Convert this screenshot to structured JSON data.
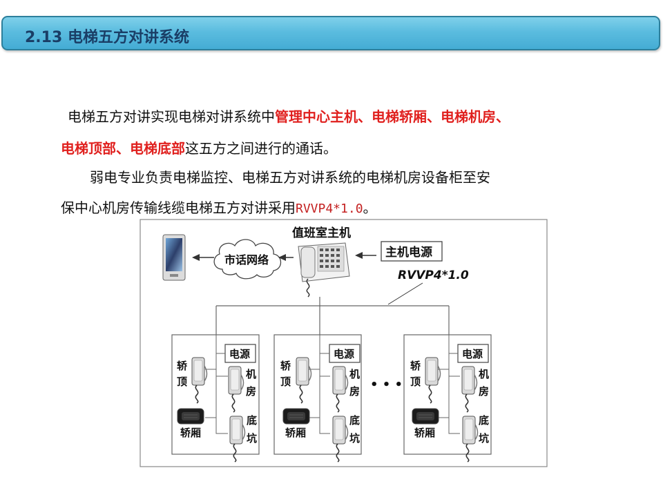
{
  "header": {
    "title": "2.13 电梯五方对讲系统"
  },
  "content": {
    "p1_prefix": "电梯五方对讲实现电梯对讲系统中",
    "p1_red_a": "管理中心主机、电梯轿厢、电梯机房、",
    "p1_red_b": "电梯顶部、电梯底部",
    "p1_suffix": "这五方之间进行的通话。",
    "p2_line1": "弱电专业负责电梯监控、电梯五方对讲系统的电梯机房设备柜至安",
    "p2_line2_prefix": "保中心机房传输线缆电梯五方对讲采用",
    "p2_cable": "RVVP4*1.0",
    "p2_line2_suffix": "。"
  },
  "diagram": {
    "host_label": "值班室主机",
    "network_label": "市话网络",
    "power_host_label": "主机电源",
    "cable_label": "RVVP4*1.0",
    "unit_power_label": "电源",
    "car_top_label": [
      "轿",
      "顶"
    ],
    "machine_room_label": [
      "机",
      "房"
    ],
    "car_label": "轿厢",
    "pit_label": [
      "底",
      "坑"
    ],
    "ellipsis": "• • •"
  },
  "colors": {
    "title_bg": "#5bbcdf",
    "title_text": "#1a3e66",
    "highlight": "#e0201e"
  }
}
